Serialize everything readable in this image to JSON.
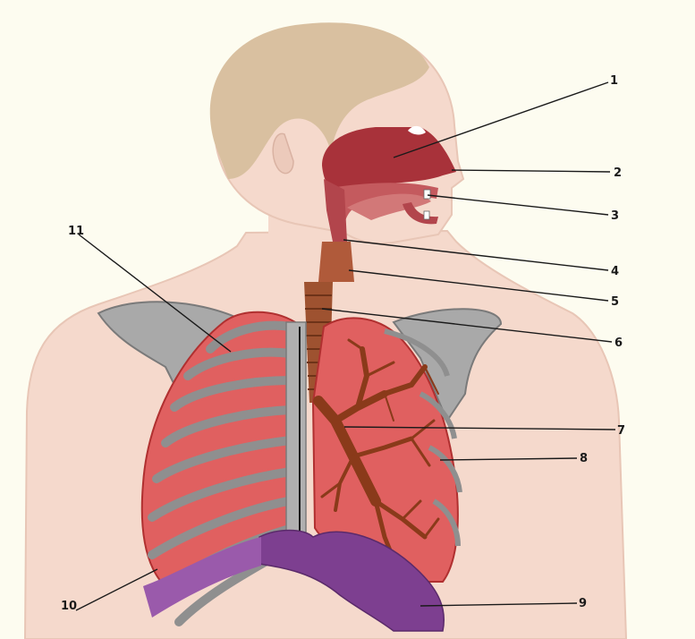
{
  "figure": {
    "subject": "human respiratory system",
    "colors": {
      "background": "#fdfcf0",
      "skin": "#f5d9cc",
      "hair": "#d9c0a0",
      "airway_mucosa": "#a8323a",
      "trachea": "#9e5230",
      "lung": "#e06060",
      "bronchi": "#8a3a1a",
      "ribs": "#8f8f8f",
      "diaphragm": "#7d3f90"
    }
  },
  "labels": [
    {
      "id": "1",
      "text": "1"
    },
    {
      "id": "2",
      "text": "2"
    },
    {
      "id": "3",
      "text": "3"
    },
    {
      "id": "4",
      "text": "4"
    },
    {
      "id": "5",
      "text": "5"
    },
    {
      "id": "6",
      "text": "6"
    },
    {
      "id": "7",
      "text": "7"
    },
    {
      "id": "8",
      "text": "8"
    },
    {
      "id": "9",
      "text": "9"
    },
    {
      "id": "10",
      "text": "10"
    },
    {
      "id": "11",
      "text": "11"
    }
  ]
}
